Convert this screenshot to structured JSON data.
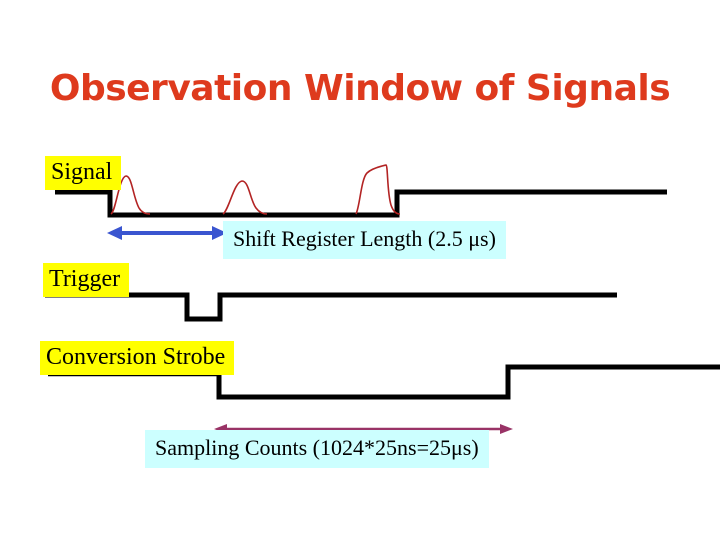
{
  "slide": {
    "title": "Observation Window of Signals"
  },
  "labels": {
    "signal": "Signal",
    "trigger": "Trigger",
    "conversion_strobe": "Conversion Strobe",
    "shift_register_length": "Shift Register Length (2.5 μs)",
    "sampling_counts": "Sampling Counts (1024*25ns=25μs)"
  },
  "diagram": {
    "type": "timing-diagram",
    "waveforms": [
      {
        "name": "Signal",
        "shape": "high, steps low at observation window, three red analog pulses while low, steps back high"
      },
      {
        "name": "Trigger",
        "shape": "high with one short low pulse aligned to end of shift-register window"
      },
      {
        "name": "Conversion Strobe",
        "shape": "high, steps low during sampling interval, steps back high to right edge"
      }
    ],
    "annotations": [
      {
        "text": "Shift Register Length (2.5 μs)",
        "arrow": "blue double-headed, under start of Signal low period"
      },
      {
        "text": "Sampling Counts (1024*25ns=25μs)",
        "arrow": "maroon double-headed, spanning Conversion Strobe low period"
      }
    ]
  },
  "colors": {
    "background": "#ffffff",
    "title": "#de3a1d",
    "highlight_yellow": "#ffff00",
    "highlight_cyan": "#ccffff",
    "waveform": "#000000",
    "pulse_red": "#b32424",
    "arrow_blue": "#3a55d0",
    "arrow_maroon": "#993366"
  }
}
